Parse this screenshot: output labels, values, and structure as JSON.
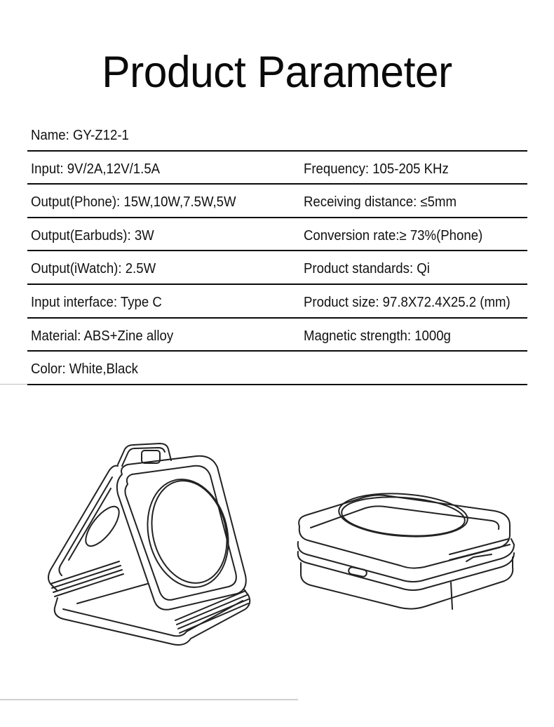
{
  "page": {
    "title": "Product Parameter"
  },
  "specs": {
    "rows": [
      {
        "left": "Name: GY-Z12-1",
        "right": ""
      },
      {
        "left": "Input: 9V/2A,12V/1.5A",
        "right": "Frequency: 105-205 KHz"
      },
      {
        "left": "Output(Phone): 15W,10W,7.5W,5W",
        "right": "Receiving distance: ≤5mm"
      },
      {
        "left": "Output(Earbuds): 3W",
        "right": "Conversion rate:≥ 73%(Phone)"
      },
      {
        "left": "Output(iWatch): 2.5W",
        "right": "Product standards: Qi"
      },
      {
        "left": "Input interface: Type C",
        "right": "Product size: 97.8X72.4X25.2 (mm)"
      },
      {
        "left": "Material: ABS+Zine alloy",
        "right": "Magnetic strength: 1000g"
      },
      {
        "left": "Color: White,Black",
        "right": ""
      }
    ]
  },
  "illustrations": [
    {
      "name": "charger-unfolded-stand-drawing",
      "description": "Foldable 3-in-1 wireless charger opened as stand (line drawing)"
    },
    {
      "name": "charger-folded-drawing",
      "description": "Foldable 3-in-1 wireless charger folded closed (line drawing)"
    }
  ],
  "colors": {
    "text": "#111111",
    "rule": "#0a0a0a",
    "background": "#ffffff"
  }
}
